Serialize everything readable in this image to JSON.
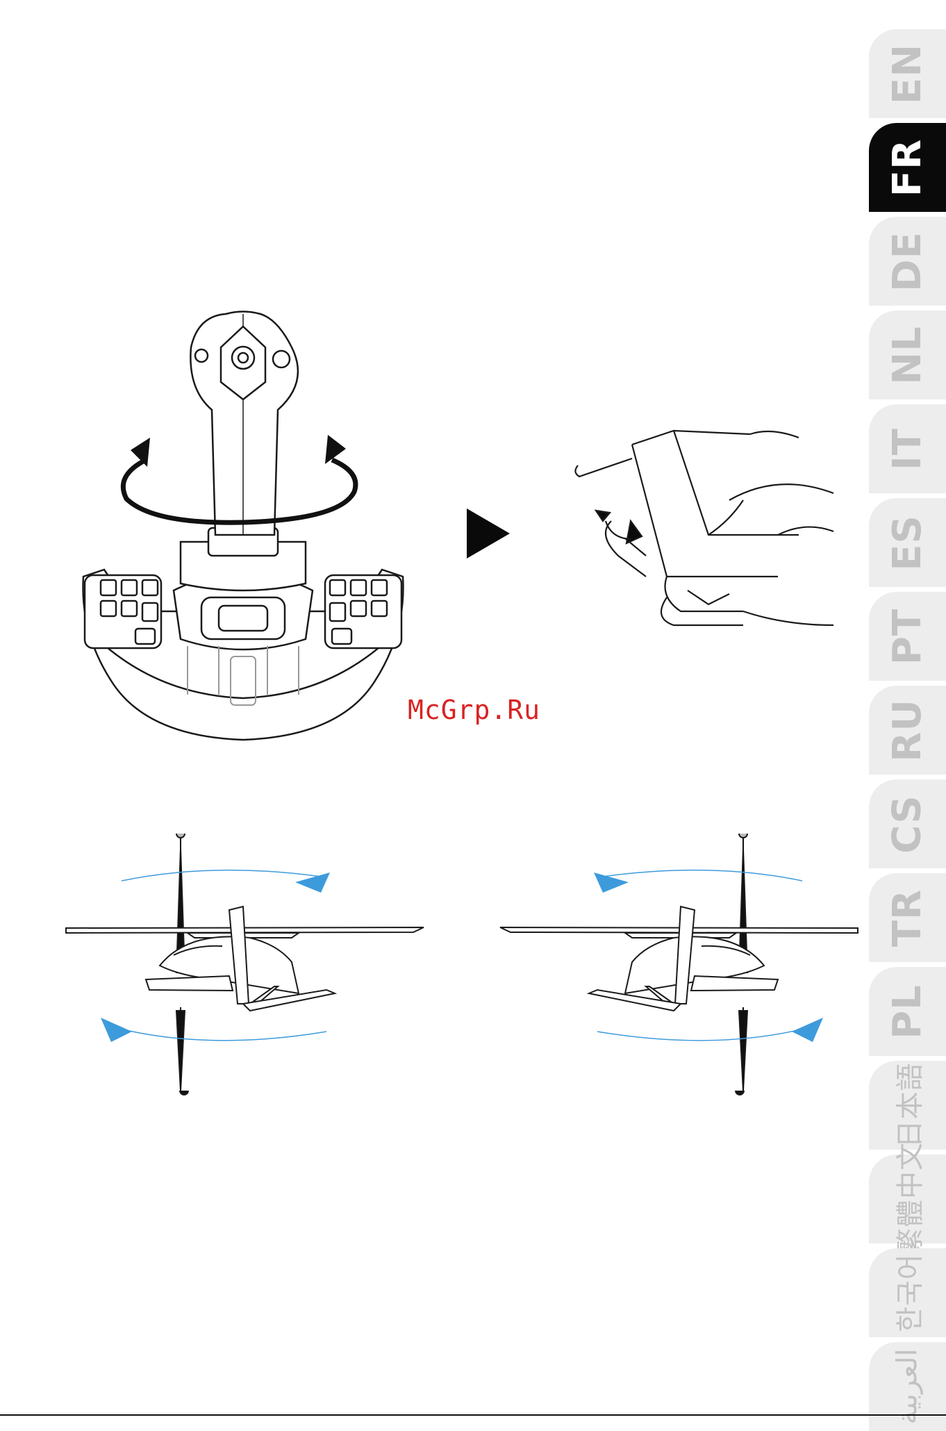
{
  "watermark": "McGrp.Ru",
  "languages": [
    {
      "code": "EN",
      "active": false
    },
    {
      "code": "FR",
      "active": true
    },
    {
      "code": "DE",
      "active": false
    },
    {
      "code": "NL",
      "active": false
    },
    {
      "code": "IT",
      "active": false
    },
    {
      "code": "ES",
      "active": false
    },
    {
      "code": "PT",
      "active": false
    },
    {
      "code": "RU",
      "active": false
    },
    {
      "code": "CS",
      "active": false
    },
    {
      "code": "TR",
      "active": false
    },
    {
      "code": "PL",
      "active": false
    },
    {
      "code": "日本語",
      "active": false
    },
    {
      "code": "繁體中文",
      "active": false
    },
    {
      "code": "한국어",
      "active": false
    },
    {
      "code": "العربية",
      "active": false
    }
  ],
  "colors": {
    "active_tab_bg": "#0a0a0a",
    "inactive_tab_bg": "#ededed",
    "inactive_tab_text": "#c2c2c2",
    "rotation_arrow": "#3d9bdc",
    "watermark": "#d92323"
  },
  "icons": {
    "next_step": "play-triangle-icon"
  }
}
